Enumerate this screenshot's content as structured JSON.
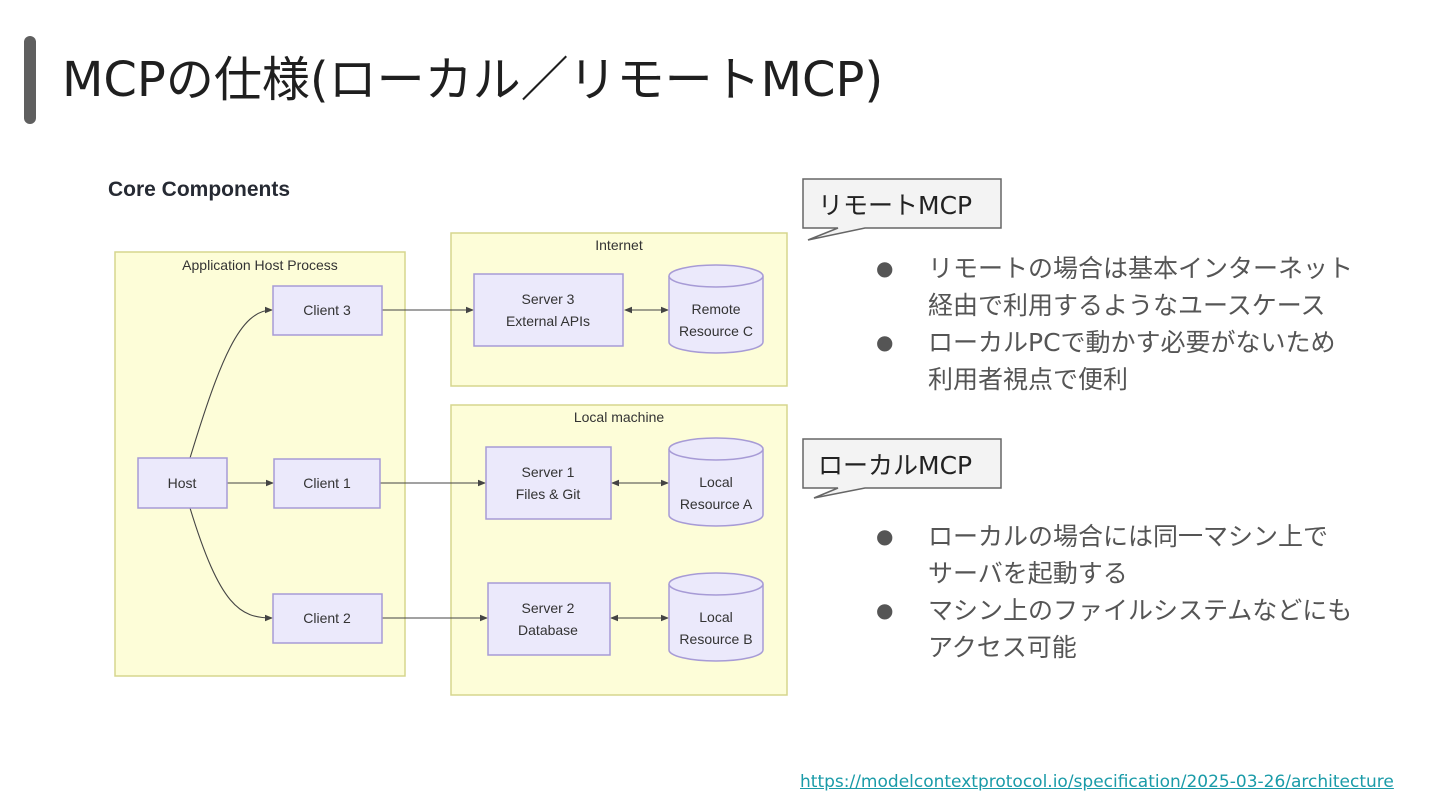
{
  "slide": {
    "title": "MCPの仕様(ローカル／リモートMCP)"
  },
  "diagram": {
    "heading": "Core Components",
    "groups": {
      "host_process": "Application Host Process",
      "internet": "Internet",
      "local_machine": "Local machine"
    },
    "nodes": {
      "host": "Host",
      "client3": "Client 3",
      "client1": "Client 1",
      "client2": "Client 2",
      "server3": [
        "Server 3",
        "External APIs"
      ],
      "server1": [
        "Server 1",
        "Files & Git"
      ],
      "server2": [
        "Server 2",
        "Database"
      ],
      "resource_c": [
        "Remote",
        "Resource C"
      ],
      "resource_a": [
        "Local",
        "Resource A"
      ],
      "resource_b": [
        "Local",
        "Resource B"
      ]
    },
    "colors": {
      "group_fill": "#fdfdd8",
      "group_stroke": "#d6d68e",
      "node_fill": "#ebe9fb",
      "node_stroke": "#a79bd6",
      "edge": "#444444"
    }
  },
  "remote": {
    "label": "リモートMCP",
    "bullets": [
      [
        "リモートの場合は基本インターネット",
        "経由で利用するようなユースケース"
      ],
      [
        "ローカルPCで動かす必要がないため",
        "利用者視点で便利"
      ]
    ]
  },
  "local": {
    "label": "ローカルMCP",
    "bullets": [
      [
        "ローカルの場合には同一マシン上で",
        "サーバを起動する"
      ],
      [
        "マシン上のファイルシステムなどにも",
        "アクセス可能"
      ]
    ]
  },
  "source_url": "https://modelcontextprotocol.io/specification/2025-03-26/architecture"
}
